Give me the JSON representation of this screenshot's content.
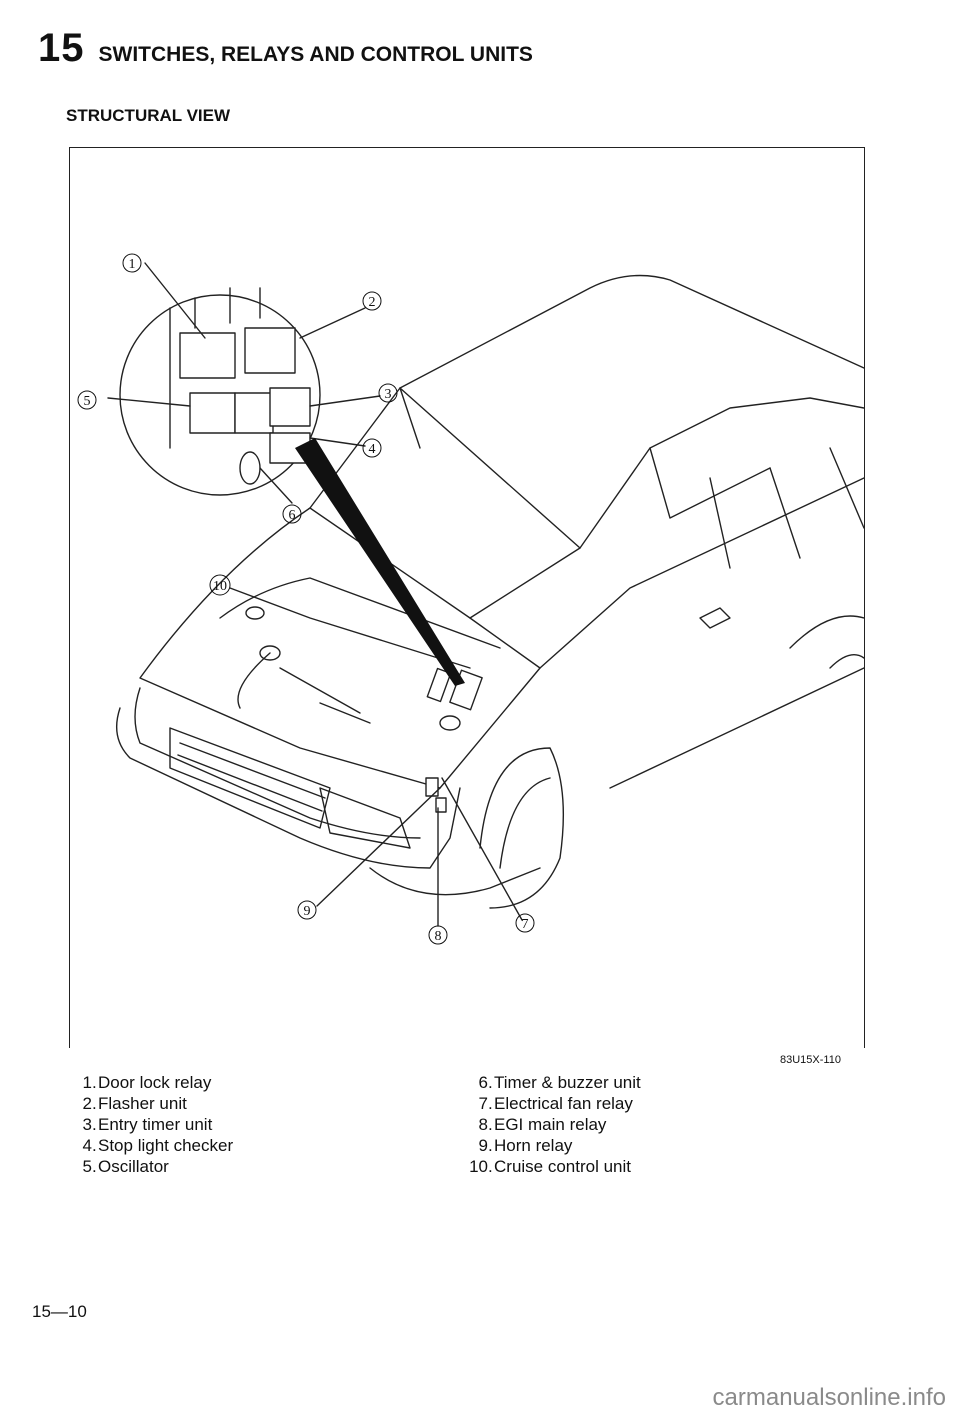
{
  "header": {
    "chapter_number": "15",
    "chapter_title": "SWITCHES, RELAYS AND CONTROL UNITS"
  },
  "section": {
    "title": "STRUCTURAL VIEW"
  },
  "figure": {
    "code": "83U15X-110",
    "callouts": [
      "1",
      "2",
      "3",
      "4",
      "5",
      "6",
      "7",
      "8",
      "9",
      "10"
    ]
  },
  "legend": {
    "left": [
      {
        "num": "1",
        "label": "Door lock relay"
      },
      {
        "num": "2",
        "label": "Flasher unit"
      },
      {
        "num": "3",
        "label": "Entry timer unit"
      },
      {
        "num": "4",
        "label": "Stop light checker"
      },
      {
        "num": "5",
        "label": "Oscillator"
      }
    ],
    "right": [
      {
        "num": "6",
        "label": "Timer & buzzer unit"
      },
      {
        "num": "7",
        "label": "Electrical fan relay"
      },
      {
        "num": "8",
        "label": "EGI main relay"
      },
      {
        "num": "9",
        "label": "Horn relay"
      },
      {
        "num": "10",
        "label": "Cruise control unit"
      }
    ]
  },
  "footer": {
    "page_number": "15—10"
  },
  "watermark": {
    "text": "carmanualsonline.info"
  }
}
